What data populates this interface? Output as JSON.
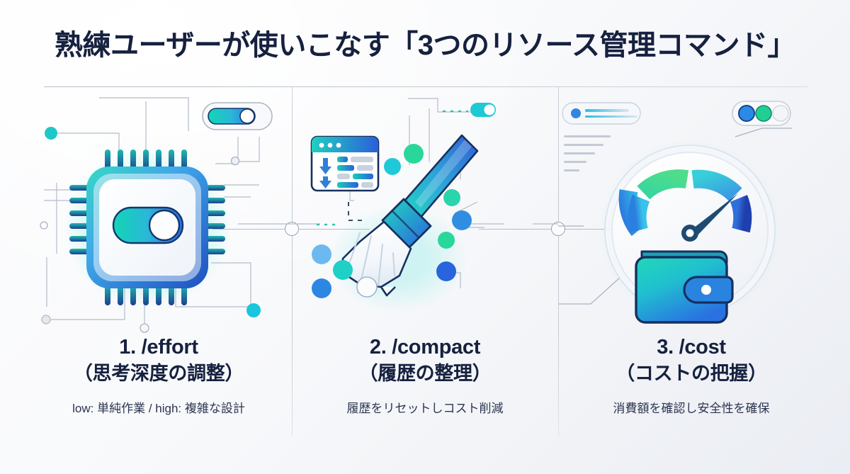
{
  "header": {
    "title": "熟練ユーザーが使いこなす「3つのリソース管理コマンド」",
    "title_color": "#16213f"
  },
  "theme": {
    "accent_teal": "#17d6bb",
    "accent_green": "#3ed18c",
    "accent_blue": "#2b6fe0",
    "accent_deep_blue": "#1f3f96",
    "ink": "#16213f",
    "divider": "#c4c9d2",
    "background_start": "#fdfdfe",
    "background_end": "#eaedf3"
  },
  "panels": [
    {
      "id": "effort",
      "illustration": "cpu-chip-toggle-icon",
      "title": "1. /effort",
      "subtitle": "（思考深度の調整）",
      "note": "low: 単純作業 / high: 複雑な設計"
    },
    {
      "id": "compact",
      "illustration": "broom-cleanup-icon",
      "title": "2. /compact",
      "subtitle": "（履歴の整理）",
      "note": "履歴をリセットしコスト削減"
    },
    {
      "id": "cost",
      "illustration": "gauge-wallet-icon",
      "title": "3. /cost",
      "subtitle": "（コストの把握）",
      "note": "消費額を確認し安全性を確保"
    }
  ],
  "decorations": {
    "connector_nodes": 2,
    "top_rule": true,
    "vertical_dividers": 2
  }
}
